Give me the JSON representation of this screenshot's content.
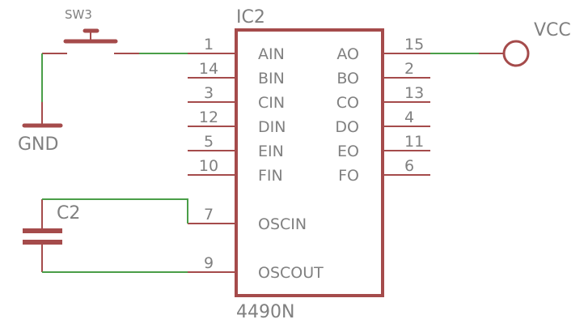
{
  "colors": {
    "part": "#a54b4b",
    "net": "#4a9e48",
    "text": "#808080",
    "background": "#ffffff"
  },
  "switch": {
    "name": "SW3"
  },
  "ground": {
    "label": "GND"
  },
  "power": {
    "label": "VCC"
  },
  "capacitor": {
    "name": "C2"
  },
  "ic": {
    "name": "IC2",
    "value": "4490N",
    "left_pins": [
      {
        "num": "1",
        "name": "AIN"
      },
      {
        "num": "14",
        "name": "BIN"
      },
      {
        "num": "3",
        "name": "CIN"
      },
      {
        "num": "12",
        "name": "DIN"
      },
      {
        "num": "5",
        "name": "EIN"
      },
      {
        "num": "10",
        "name": "FIN"
      },
      {
        "num": "7",
        "name": "OSCIN"
      },
      {
        "num": "9",
        "name": "OSCOUT"
      }
    ],
    "right_pins": [
      {
        "num": "15",
        "name": "AO"
      },
      {
        "num": "2",
        "name": "BO"
      },
      {
        "num": "13",
        "name": "CO"
      },
      {
        "num": "4",
        "name": "DO"
      },
      {
        "num": "11",
        "name": "EO"
      },
      {
        "num": "6",
        "name": "FO"
      }
    ]
  }
}
